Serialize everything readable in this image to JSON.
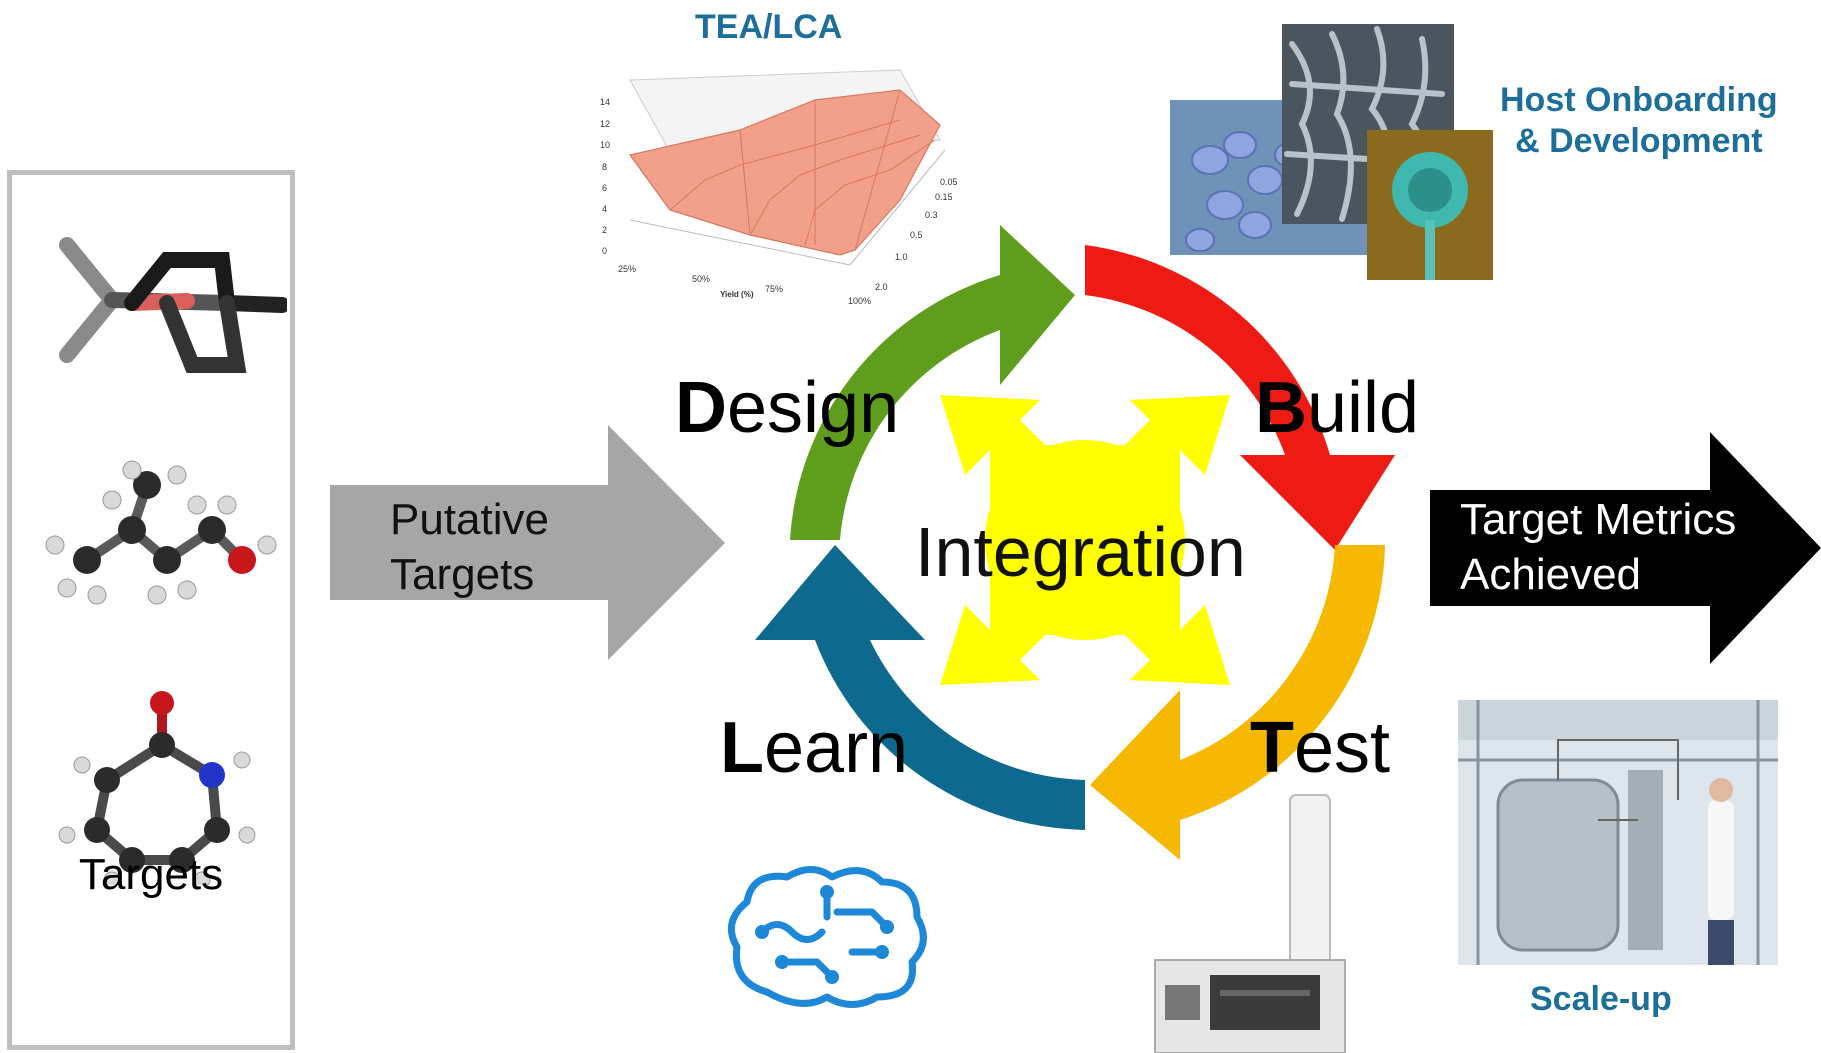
{
  "targets_panel": {
    "label": "Targets"
  },
  "input_arrow": {
    "line1": "Putative",
    "line2": "Targets"
  },
  "output_arrow": {
    "line1": "Target Metrics",
    "line2": "Achieved"
  },
  "cycle": {
    "center": "Integration",
    "design": {
      "initial": "D",
      "rest": "esign"
    },
    "build": {
      "initial": "B",
      "rest": "uild"
    },
    "test": {
      "initial": "T",
      "rest": "est"
    },
    "learn": {
      "initial": "L",
      "rest": "earn"
    }
  },
  "captions": {
    "tea_lca": "TEA/LCA",
    "host_line1": "Host Onboarding",
    "host_line2": "& Development",
    "scale_up": "Scale-up"
  },
  "tea_chart": {
    "z_ticks": [
      "14",
      "12",
      "10",
      "8",
      "6",
      "4",
      "2",
      "0"
    ],
    "x_ticks": [
      "25%",
      "50%",
      "75%",
      "100%"
    ],
    "x_label": "Yield (%)",
    "y_ticks": [
      "0.05",
      "0.15",
      "0.3",
      "0.5",
      "1.0",
      "2.0"
    ]
  },
  "colors": {
    "design": "#5f9e1c",
    "build": "#ee1b14",
    "test": "#f6b800",
    "learn": "#0d6a8e",
    "integration": "#ffff00",
    "input_arrow": "#a6a6a6",
    "output_arrow": "#000000",
    "caption": "#1d6f9a"
  }
}
